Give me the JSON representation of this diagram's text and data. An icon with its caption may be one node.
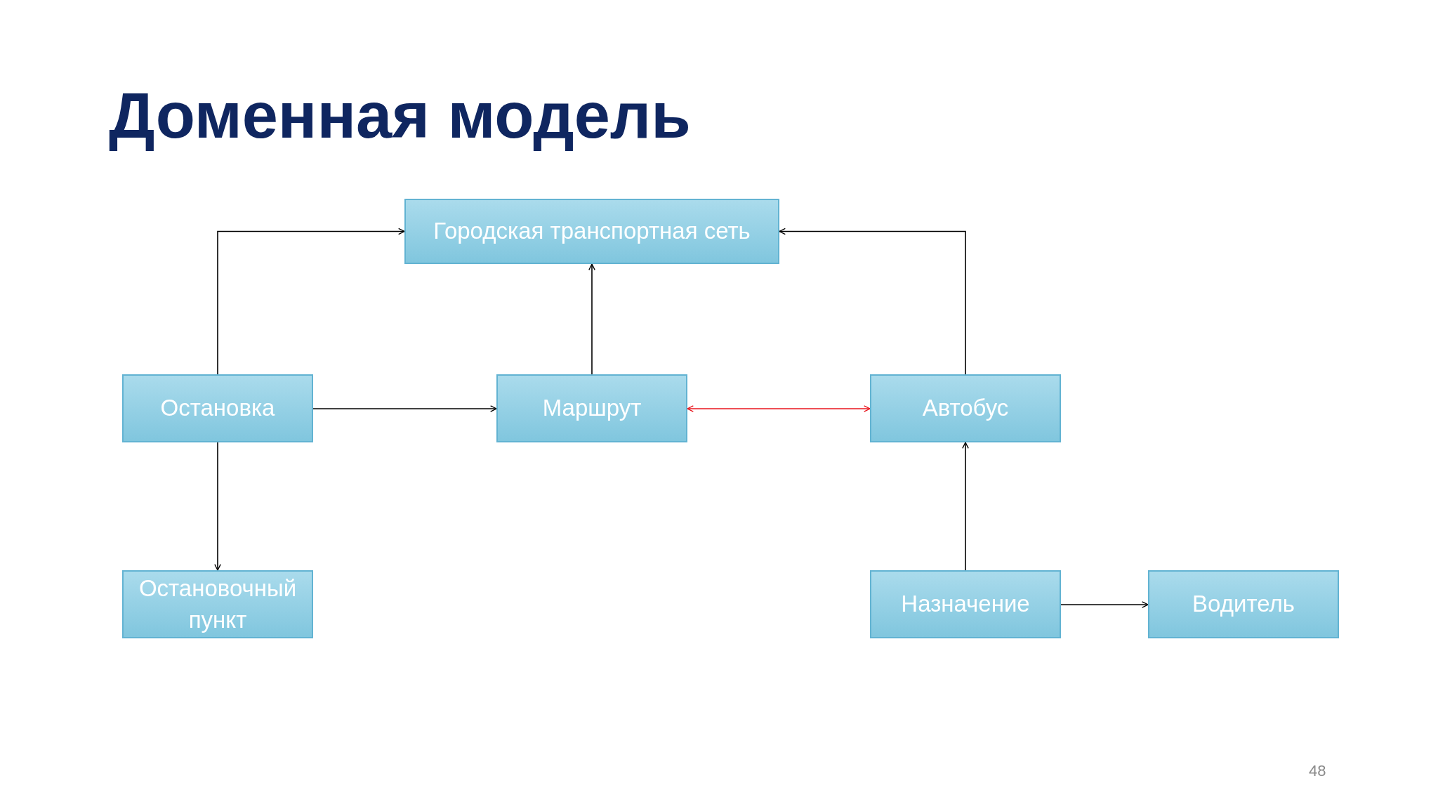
{
  "diagram": {
    "title": "Доменная модель",
    "nodes": [
      {
        "text": [
          "Городская транспортная сеть"
        ]
      },
      {
        "text": [
          "Остановка"
        ]
      },
      {
        "text": [
          "Маршрут"
        ]
      },
      {
        "text": [
          "Автобус"
        ]
      },
      {
        "text": [
          "Остановочный пункт"
        ]
      },
      {
        "text": [
          "Назначение"
        ]
      },
      {
        "text": [
          "Водитель"
        ]
      }
    ],
    "edges": [
      {
        "from": 1,
        "to": 0,
        "arrow": "to"
      },
      {
        "from": 2,
        "to": 0,
        "arrow": "to"
      },
      {
        "from": 3,
        "to": 0,
        "arrow": "to"
      },
      {
        "from": 1,
        "to": 2,
        "arrow": "to"
      },
      {
        "from": 2,
        "to": 3,
        "arrow": "both",
        "color": "#e8141c"
      },
      {
        "from": 1,
        "to": 4,
        "arrow": "to"
      },
      {
        "from": 5,
        "to": 3,
        "arrow": "to"
      },
      {
        "from": 5,
        "to": 6,
        "arrow": "to"
      }
    ],
    "labels": [
      "48"
    ]
  }
}
